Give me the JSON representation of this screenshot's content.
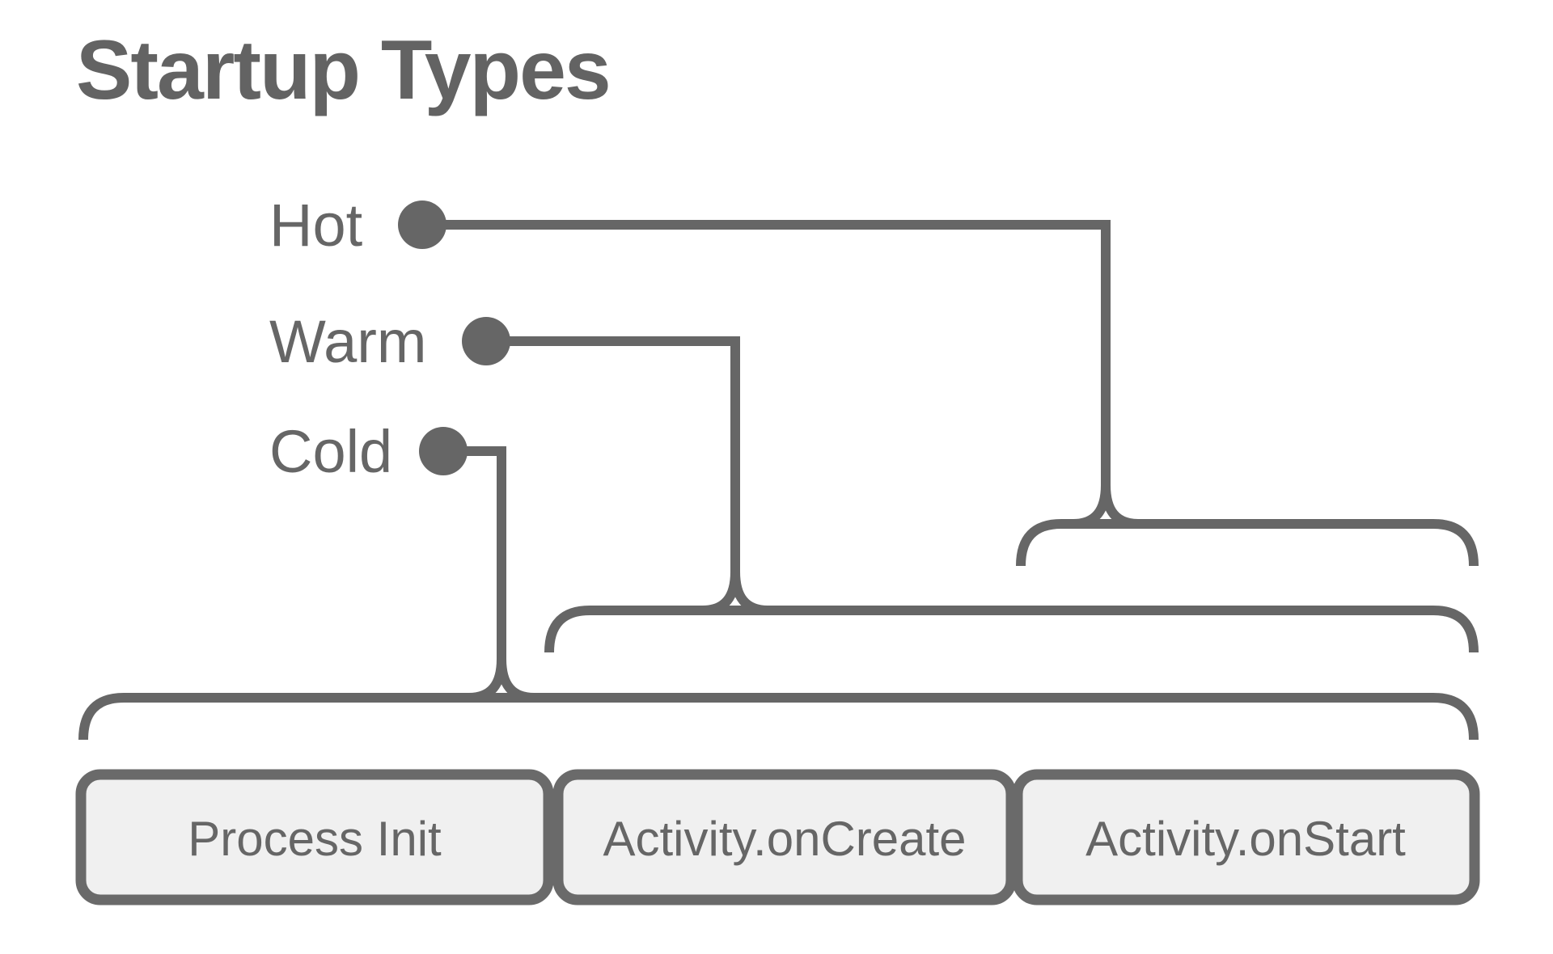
{
  "title": "Startup Types",
  "startup_types": [
    {
      "label": "Hot",
      "covers": [
        "Activity.onStart"
      ]
    },
    {
      "label": "Warm",
      "covers": [
        "Activity.onCreate",
        "Activity.onStart"
      ]
    },
    {
      "label": "Cold",
      "covers": [
        "Process Init",
        "Activity.onCreate",
        "Activity.onStart"
      ]
    }
  ],
  "phases": [
    {
      "label": "Process Init"
    },
    {
      "label": "Activity.onCreate"
    },
    {
      "label": "Activity.onStart"
    }
  ],
  "colors": {
    "line_gray": "#666666",
    "box_fill": "#f0f0f0",
    "background": "#ffffff"
  }
}
